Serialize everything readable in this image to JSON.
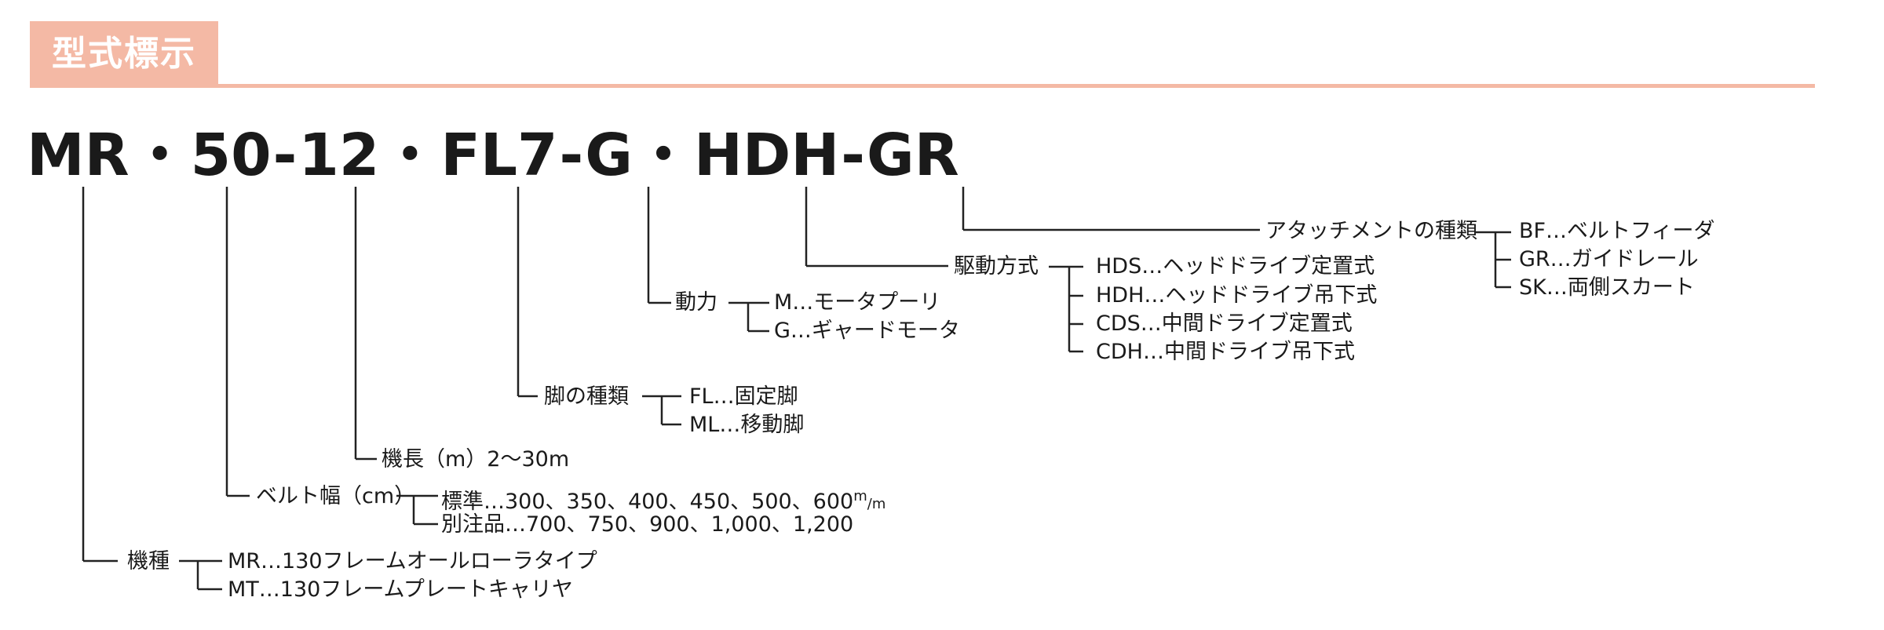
{
  "header": {
    "title": "型式標示"
  },
  "model_code": {
    "segments": [
      "MR",
      "50",
      "12",
      "FL7",
      "G",
      "HDH",
      "GR"
    ],
    "separators": [
      "・",
      "-",
      "・",
      "-",
      "・",
      "-"
    ]
  },
  "attachment": {
    "label": "アタッチメントの種類",
    "options": [
      "BF…ベルトフィーダ",
      "GR…ガイドレール",
      "SK…両側スカート"
    ]
  },
  "drive": {
    "label": "駆動方式",
    "options": [
      "HDS…ヘッドドライブ定置式",
      "HDH…ヘッドドライブ吊下式",
      "CDS…中間ドライブ定置式",
      "CDH…中間ドライブ吊下式"
    ]
  },
  "power": {
    "label": "動力",
    "options": [
      "M…モータプーリ",
      "G…ギャードモータ"
    ]
  },
  "leg": {
    "label": "脚の種類",
    "options": [
      "FL…固定脚",
      "ML…移動脚"
    ]
  },
  "length": {
    "label": "機長（m）2〜30m"
  },
  "belt_width": {
    "label": "ベルト幅（cm）",
    "standard": "標準…300、350、400、450、500、600",
    "unit_num": "m",
    "unit_slash": "/",
    "unit_den": "m",
    "custom": "別注品…700、750、900、1,000、1,200"
  },
  "model": {
    "label": "機種",
    "options": [
      "MR…130フレームオールローラタイプ",
      "MT…130フレームプレートキャリヤ"
    ]
  }
}
